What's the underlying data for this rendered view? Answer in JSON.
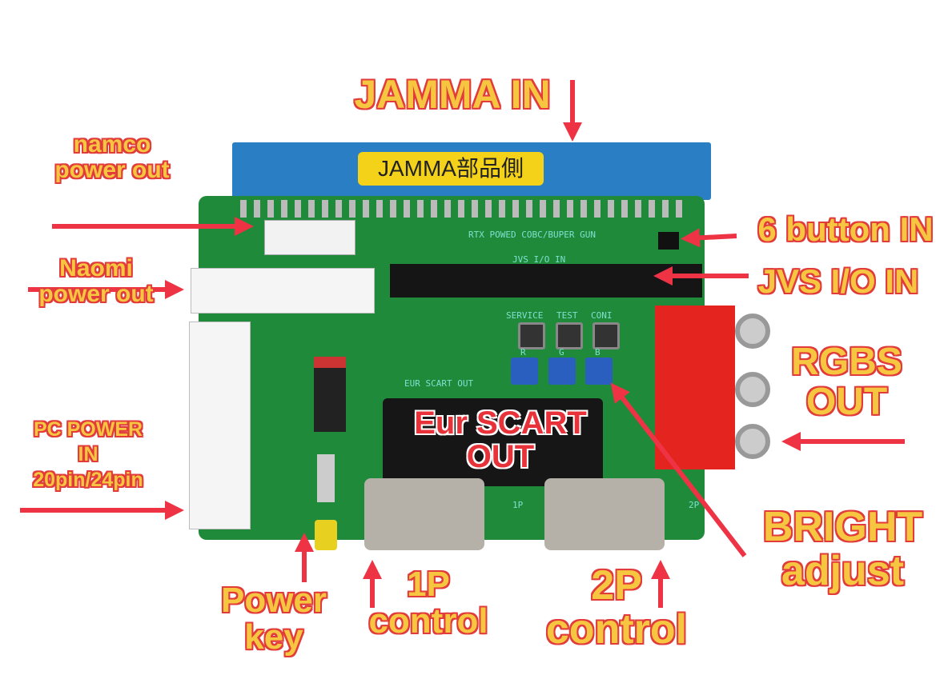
{
  "labels": {
    "jamma_in": "JAMMA IN",
    "namco": [
      "namco",
      "power out"
    ],
    "naomi": [
      "Naomi",
      "power out"
    ],
    "six_button": "6 button IN",
    "jvs": "JVS I/O IN",
    "rgbs": [
      "RGBS",
      "OUT"
    ],
    "pc_power": [
      "PC POWER",
      "IN",
      "20pin/24pin"
    ],
    "scart": [
      "Eur SCART",
      "OUT"
    ],
    "bright": [
      "BRIGHT",
      "adjust"
    ],
    "power_key": [
      "Power",
      "key"
    ],
    "p1": [
      "1P",
      "control"
    ],
    "p2": [
      "2P",
      "control"
    ]
  },
  "board": {
    "jamma_sticker": "JAMMA部品側",
    "silk_rtx": "RTX POWED COBC/BUPER GUN",
    "silk_jvs": "JVS I/O IN",
    "silk_service": "SERVICE",
    "silk_test": "TEST",
    "silk_coin": "CONI",
    "silk_r": "R",
    "silk_g": "G",
    "silk_b": "B",
    "silk_eur": "EUR SCART OUT",
    "silk_1p": "1P",
    "silk_2p": "2P"
  },
  "colors": {
    "label": "#f7c640",
    "outline": "#e23b3b",
    "pcb": "#1f8a3a"
  }
}
